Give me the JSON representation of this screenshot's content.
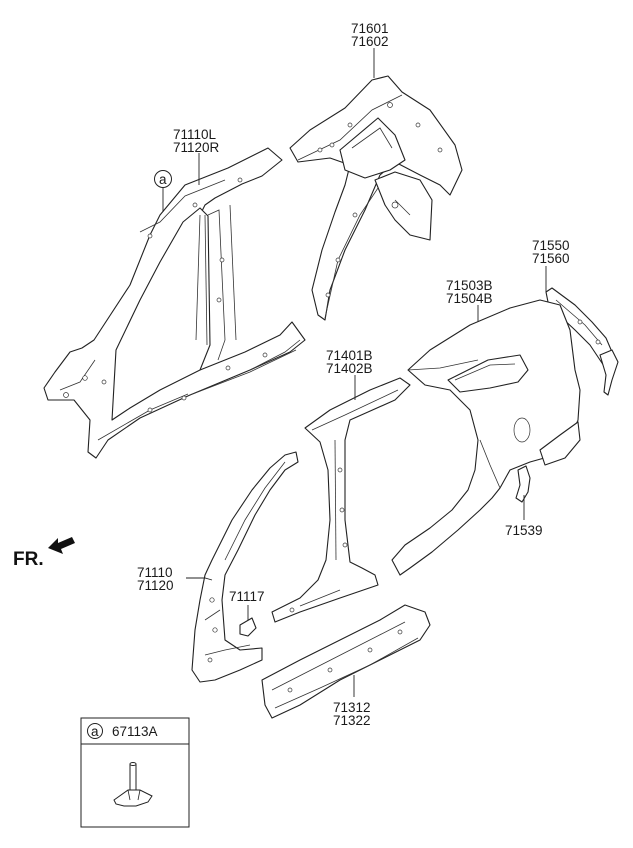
{
  "callouts": {
    "p71601": "71601",
    "p71602": "71602",
    "p71110L": "71110L",
    "p71120R": "71120R",
    "a_marker": "a",
    "p71550": "71550",
    "p71560": "71560",
    "p71503B": "71503B",
    "p71504B": "71504B",
    "p71401B": "71401B",
    "p71402B": "71402B",
    "p71539": "71539",
    "p71110": "71110",
    "p71120": "71120",
    "p71117": "71117",
    "p71312": "71312",
    "p71322": "71322"
  },
  "front_indicator": "FR.",
  "inset": {
    "marker": "a",
    "part_number": "67113A"
  }
}
